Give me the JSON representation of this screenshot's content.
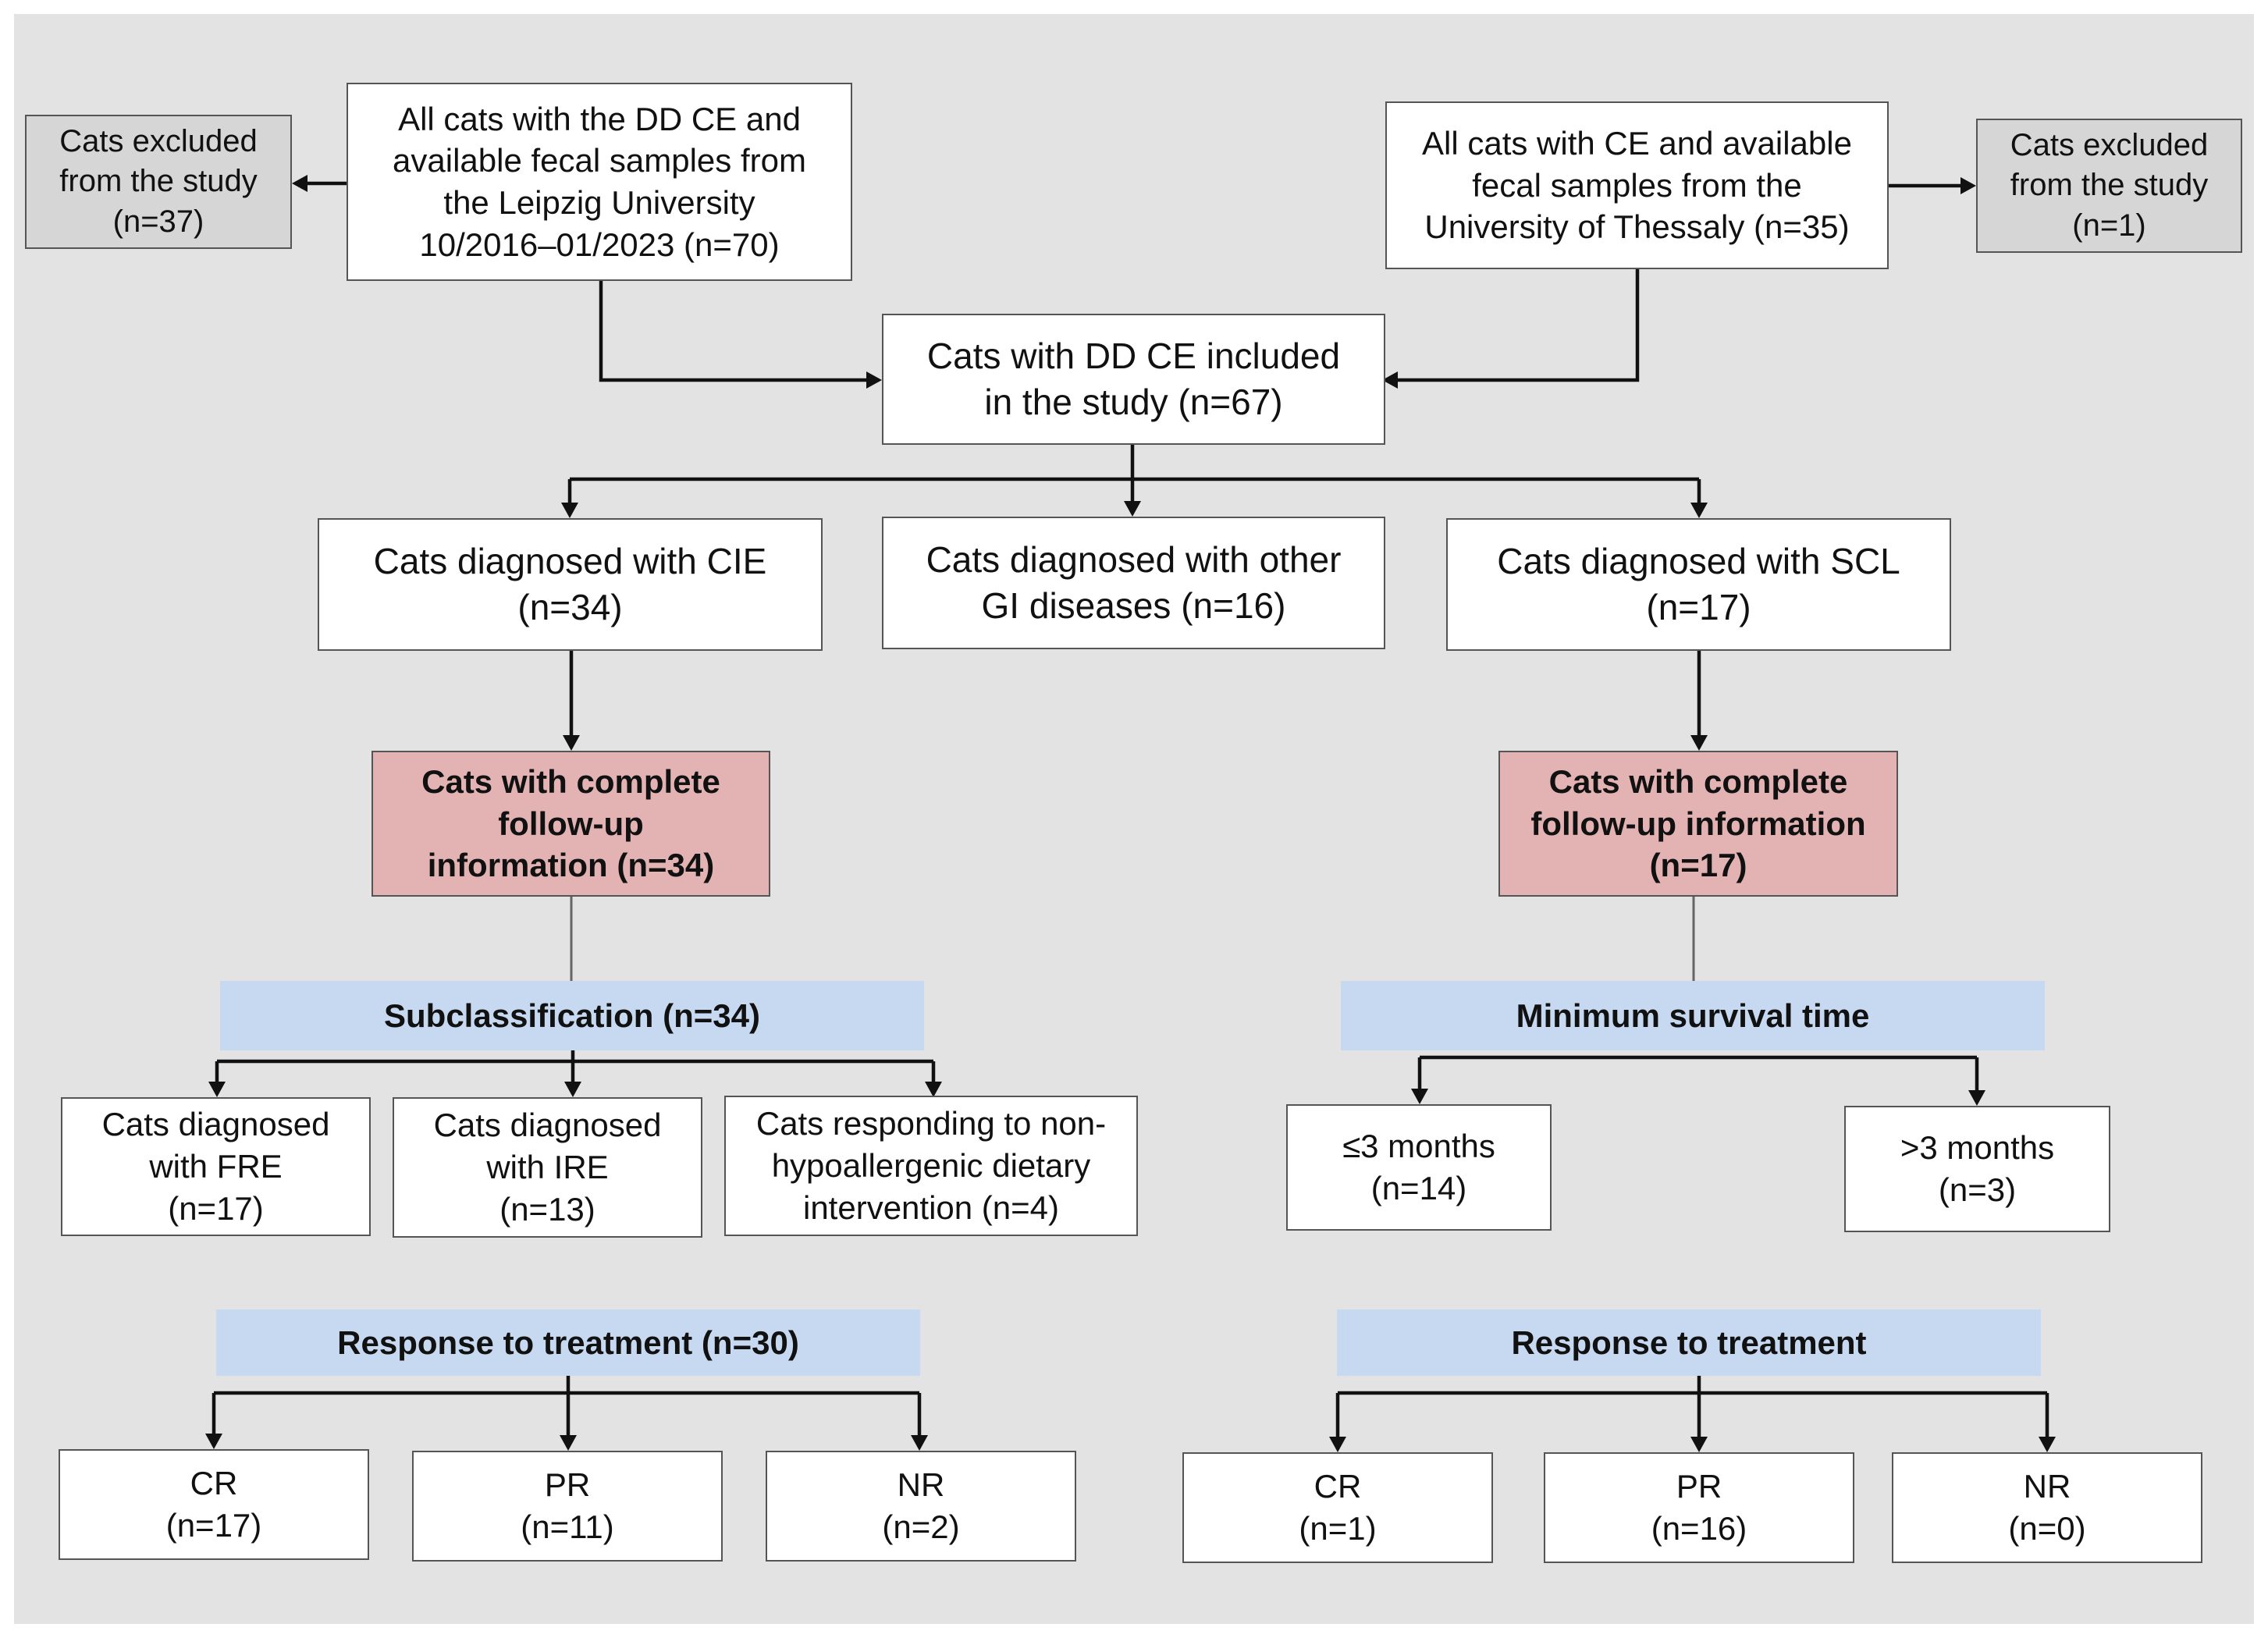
{
  "colors": {
    "background": "#e3e3e3",
    "box_fill": "#ffffff",
    "excluded_fill": "#d6d6d6",
    "followup_fill": "#e3b3b3",
    "category_fill": "#c6d9f1",
    "line": "#111111"
  },
  "boxes": {
    "excluded_leipzig": {
      "lines": [
        "Cats excluded",
        "from the study",
        "(n=37)"
      ]
    },
    "leipzig_source": {
      "lines": [
        "All cats with the DD CE and",
        "available fecal samples from",
        "the Leipzig University",
        "10/2016–01/2023 (n=70)"
      ]
    },
    "thessaly_source": {
      "lines": [
        "All cats with CE and available",
        "fecal samples from the",
        "University of Thessaly (n=35)"
      ]
    },
    "excluded_thessaly": {
      "lines": [
        "Cats excluded",
        "from the study",
        "(n=1)"
      ]
    },
    "included": {
      "lines": [
        "Cats with DD CE included",
        "in the study (n=67)"
      ]
    },
    "cie": {
      "lines": [
        "Cats diagnosed with CIE",
        "(n=34)"
      ]
    },
    "other_gi": {
      "lines": [
        "Cats diagnosed with other",
        "GI diseases (n=16)"
      ]
    },
    "scl": {
      "lines": [
        "Cats diagnosed with SCL",
        "(n=17)"
      ]
    },
    "followup_cie": {
      "lines": [
        "Cats with complete",
        "follow-up",
        "information (n=34)"
      ]
    },
    "followup_scl": {
      "lines": [
        "Cats with complete",
        "follow-up information",
        "(n=17)"
      ]
    },
    "subclassification": {
      "lines": [
        "Subclassification (n=34)"
      ]
    },
    "min_survival": {
      "lines": [
        "Minimum survival time"
      ]
    },
    "fre": {
      "lines": [
        "Cats diagnosed",
        "with FRE",
        "(n=17)"
      ]
    },
    "ire": {
      "lines": [
        "Cats diagnosed",
        "with IRE",
        "(n=13)"
      ]
    },
    "non_hypo": {
      "lines": [
        "Cats responding to non-",
        "hypoallergenic dietary",
        "intervention (n=4)"
      ]
    },
    "le3m": {
      "lines": [
        "≤3 months",
        "(n=14)"
      ]
    },
    "gt3m": {
      "lines": [
        ">3 months",
        "(n=3)"
      ]
    },
    "response_cie": {
      "lines": [
        "Response to treatment (n=30)"
      ]
    },
    "response_scl": {
      "lines": [
        "Response to treatment"
      ]
    },
    "cr_cie": {
      "lines": [
        "CR",
        "(n=17)"
      ]
    },
    "pr_cie": {
      "lines": [
        "PR",
        "(n=11)"
      ]
    },
    "nr_cie": {
      "lines": [
        "NR",
        "(n=2)"
      ]
    },
    "cr_scl": {
      "lines": [
        "CR",
        "(n=1)"
      ]
    },
    "pr_scl": {
      "lines": [
        "PR",
        "(n=16)"
      ]
    },
    "nr_scl": {
      "lines": [
        "NR",
        "(n=0)"
      ]
    }
  }
}
